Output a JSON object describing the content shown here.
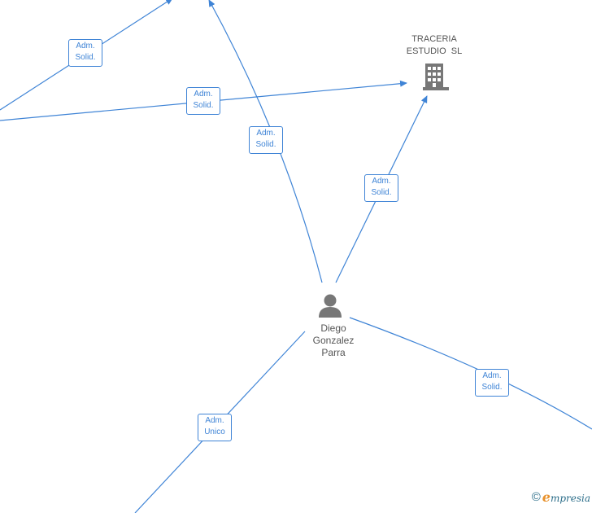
{
  "nodes": {
    "company": {
      "line1": "TRACERIA",
      "line2": "ESTUDIO  SL",
      "icon": "building-icon"
    },
    "person": {
      "line1": "Diego",
      "line2": "Gonzalez",
      "line3": "Parra",
      "icon": "person-icon"
    }
  },
  "edges": [
    {
      "line1": "Adm.",
      "line2": "Solid."
    },
    {
      "line1": "Adm.",
      "line2": "Solid."
    },
    {
      "line1": "Adm.",
      "line2": "Solid."
    },
    {
      "line1": "Adm.",
      "line2": "Solid."
    },
    {
      "line1": "Adm.",
      "line2": "Solid."
    },
    {
      "line1": "Adm.",
      "line2": "Unico"
    }
  ],
  "footer": {
    "copyright": "©",
    "brand_first": "e",
    "brand_rest": "mpresia"
  },
  "colors": {
    "edge": "#3f84d6",
    "node": "#777777"
  }
}
